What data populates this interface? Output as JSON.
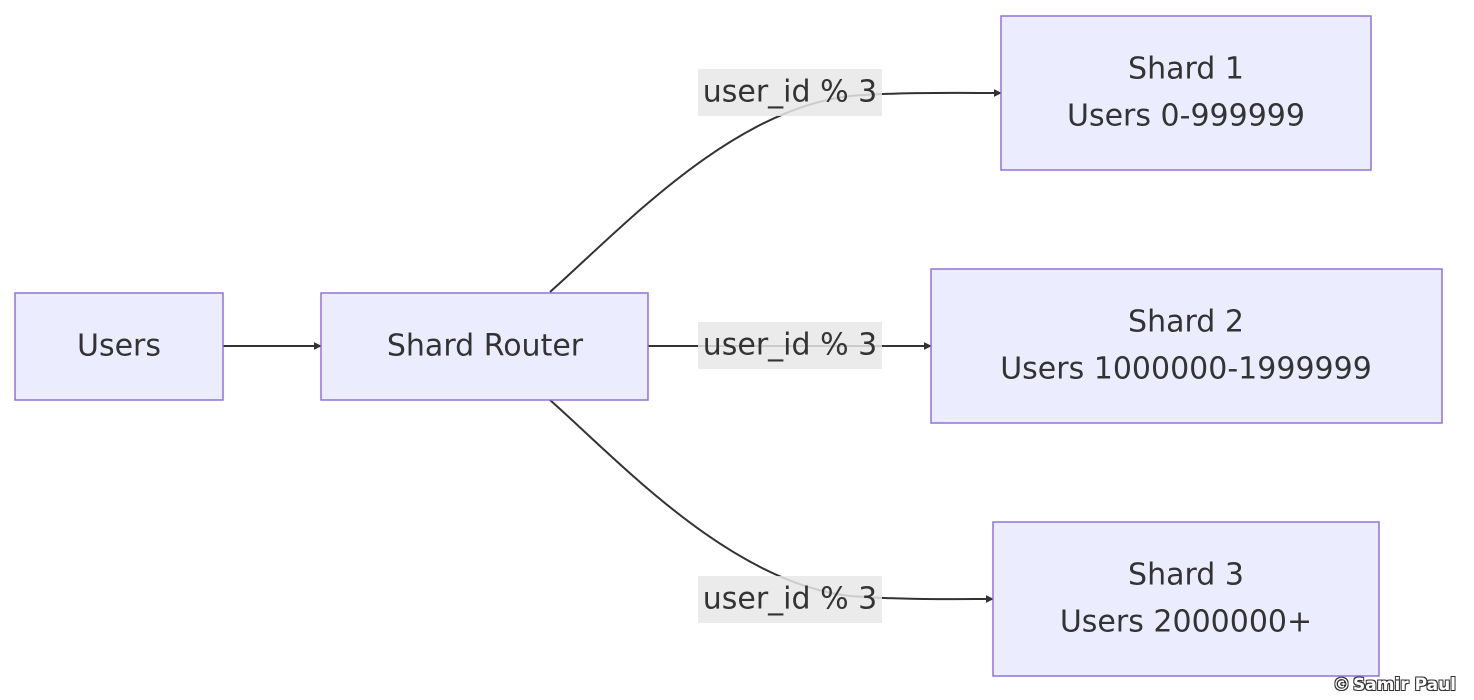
{
  "nodes": {
    "users": {
      "label": "Users"
    },
    "router": {
      "label": "Shard Router"
    },
    "shard1": {
      "line1": "Shard 1",
      "line2": "Users 0-999999"
    },
    "shard2": {
      "line1": "Shard 2",
      "line2": "Users 1000000-1999999"
    },
    "shard3": {
      "line1": "Shard 3",
      "line2": "Users 2000000+"
    }
  },
  "edges": {
    "to_shard1": {
      "label": "user_id % 3"
    },
    "to_shard2": {
      "label": "user_id % 3"
    },
    "to_shard3": {
      "label": "user_id % 3"
    }
  },
  "watermark": {
    "icon": "copyright-icon",
    "symbol": "©",
    "text": "Samir Paul"
  },
  "colors": {
    "node_fill": "#ececff",
    "node_stroke": "#9370db",
    "edge": "#333333",
    "label_bg": "#e8e8e8"
  }
}
